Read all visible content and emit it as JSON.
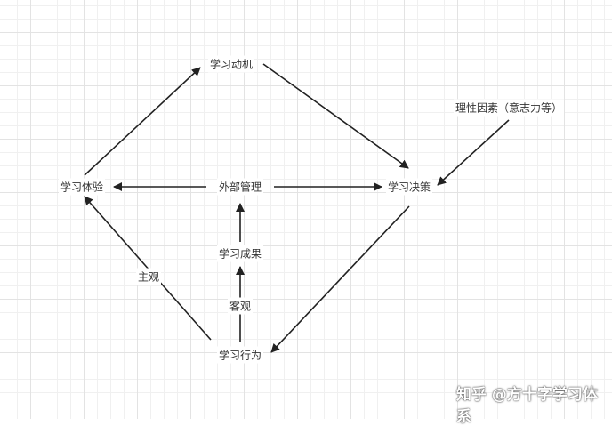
{
  "nodes": {
    "motivation": "学习动机",
    "experience": "学习体验",
    "external": "外部管理",
    "decision": "学习决策",
    "rational": "理性因素（意志力等）",
    "result": "学习成果",
    "behavior": "学习行为"
  },
  "edge_labels": {
    "subjective": "主观",
    "objective": "客观"
  },
  "watermark": "知乎 @方十字学习体系",
  "colors": {
    "edge": "#222222",
    "grid": "#e3e3e3"
  }
}
